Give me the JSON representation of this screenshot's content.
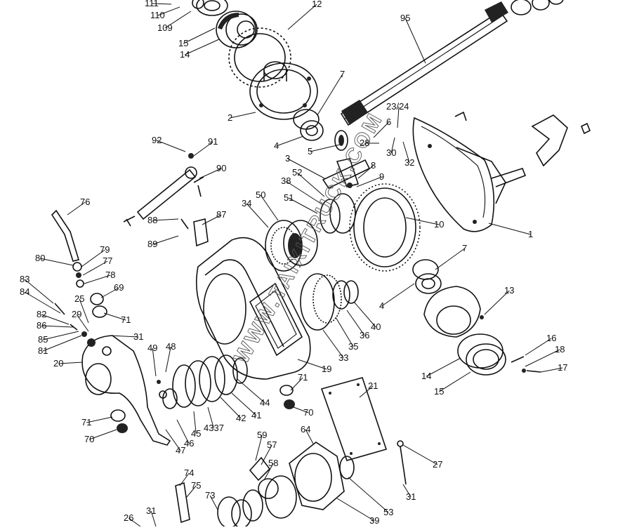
{
  "watermark": "WWW.TAIXITRUCK.COM",
  "labels": [
    {
      "id": "111",
      "text": "111"
    },
    {
      "id": "110",
      "text": "110"
    },
    {
      "id": "109",
      "text": "109"
    },
    {
      "id": "12",
      "text": "12"
    },
    {
      "id": "15a",
      "text": "15"
    },
    {
      "id": "14a",
      "text": "14"
    },
    {
      "id": "95",
      "text": "95"
    },
    {
      "id": "7a",
      "text": "7"
    },
    {
      "id": "2",
      "text": "2"
    },
    {
      "id": "23_24",
      "text": "23/24"
    },
    {
      "id": "6",
      "text": "6"
    },
    {
      "id": "4a",
      "text": "4"
    },
    {
      "id": "5",
      "text": "5"
    },
    {
      "id": "28",
      "text": "28"
    },
    {
      "id": "30",
      "text": "30"
    },
    {
      "id": "32",
      "text": "32"
    },
    {
      "id": "92",
      "text": "92"
    },
    {
      "id": "91",
      "text": "91"
    },
    {
      "id": "3",
      "text": "3"
    },
    {
      "id": "8",
      "text": "8"
    },
    {
      "id": "90",
      "text": "90"
    },
    {
      "id": "52",
      "text": "52"
    },
    {
      "id": "9",
      "text": "9"
    },
    {
      "id": "38",
      "text": "38"
    },
    {
      "id": "50",
      "text": "50"
    },
    {
      "id": "51",
      "text": "51"
    },
    {
      "id": "34",
      "text": "34"
    },
    {
      "id": "76",
      "text": "76"
    },
    {
      "id": "88",
      "text": "88"
    },
    {
      "id": "87",
      "text": "87"
    },
    {
      "id": "89",
      "text": "89"
    },
    {
      "id": "10",
      "text": "10"
    },
    {
      "id": "1",
      "text": "1"
    },
    {
      "id": "7b",
      "text": "7"
    },
    {
      "id": "79",
      "text": "79"
    },
    {
      "id": "80",
      "text": "80"
    },
    {
      "id": "77",
      "text": "77"
    },
    {
      "id": "78",
      "text": "78"
    },
    {
      "id": "83",
      "text": "83"
    },
    {
      "id": "84",
      "text": "84"
    },
    {
      "id": "69",
      "text": "69"
    },
    {
      "id": "4b",
      "text": "4"
    },
    {
      "id": "13",
      "text": "13"
    },
    {
      "id": "25",
      "text": "25"
    },
    {
      "id": "82",
      "text": "82"
    },
    {
      "id": "29",
      "text": "29"
    },
    {
      "id": "71a",
      "text": "71"
    },
    {
      "id": "86",
      "text": "86"
    },
    {
      "id": "40",
      "text": "40"
    },
    {
      "id": "36",
      "text": "36"
    },
    {
      "id": "85",
      "text": "85"
    },
    {
      "id": "31a",
      "text": "31"
    },
    {
      "id": "81",
      "text": "81"
    },
    {
      "id": "35",
      "text": "35"
    },
    {
      "id": "16",
      "text": "16"
    },
    {
      "id": "49",
      "text": "49"
    },
    {
      "id": "48",
      "text": "48"
    },
    {
      "id": "33",
      "text": "33"
    },
    {
      "id": "18",
      "text": "18"
    },
    {
      "id": "20",
      "text": "20"
    },
    {
      "id": "19",
      "text": "19"
    },
    {
      "id": "17",
      "text": "17"
    },
    {
      "id": "14b",
      "text": "14"
    },
    {
      "id": "71b",
      "text": "71"
    },
    {
      "id": "15b",
      "text": "15"
    },
    {
      "id": "21",
      "text": "21"
    },
    {
      "id": "44",
      "text": "44"
    },
    {
      "id": "70a",
      "text": "70"
    },
    {
      "id": "41",
      "text": "41"
    },
    {
      "id": "42",
      "text": "42"
    },
    {
      "id": "71c",
      "text": "71"
    },
    {
      "id": "43_37",
      "text": "4337"
    },
    {
      "id": "45",
      "text": "45"
    },
    {
      "id": "70b",
      "text": "70"
    },
    {
      "id": "46",
      "text": "46"
    },
    {
      "id": "64",
      "text": "64"
    },
    {
      "id": "47",
      "text": "47"
    },
    {
      "id": "59",
      "text": "59"
    },
    {
      "id": "57",
      "text": "57"
    },
    {
      "id": "27",
      "text": "27"
    },
    {
      "id": "58",
      "text": "58"
    },
    {
      "id": "74",
      "text": "74"
    },
    {
      "id": "75",
      "text": "75"
    },
    {
      "id": "31b",
      "text": "31"
    },
    {
      "id": "73",
      "text": "73"
    },
    {
      "id": "53",
      "text": "53"
    },
    {
      "id": "26",
      "text": "26"
    },
    {
      "id": "31c",
      "text": "31"
    },
    {
      "id": "39",
      "text": "39"
    }
  ]
}
